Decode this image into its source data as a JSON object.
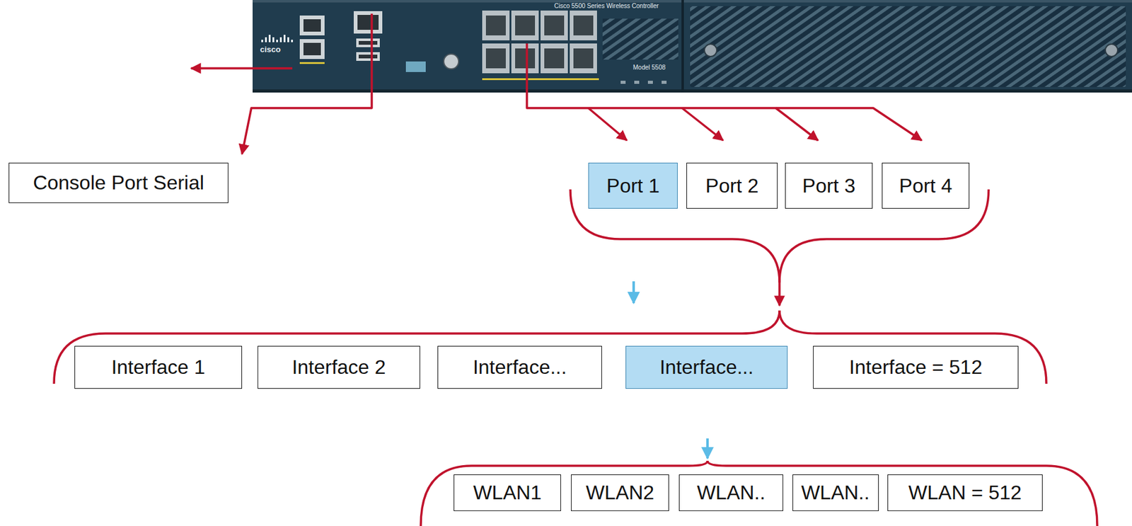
{
  "diagram": {
    "nodes": [
      {
        "text": [
          "Console Port Serial"
        ]
      },
      {
        "text": [
          "Port 1"
        ]
      },
      {
        "text": [
          "Port 2"
        ]
      },
      {
        "text": [
          "Port 3"
        ]
      },
      {
        "text": [
          "Port 4"
        ]
      },
      {
        "text": [
          "Interface 1"
        ]
      },
      {
        "text": [
          "Interface 2"
        ]
      },
      {
        "text": [
          "Interface..."
        ]
      },
      {
        "text": [
          "Interface..."
        ]
      },
      {
        "text": [
          "Interface = 512"
        ]
      },
      {
        "text": [
          "WLAN1"
        ]
      },
      {
        "text": [
          "WLAN2"
        ]
      },
      {
        "text": [
          "WLAN.."
        ]
      },
      {
        "text": [
          "WLAN.."
        ]
      },
      {
        "text": [
          "WLAN = 512"
        ]
      }
    ],
    "labels": [
      "cisco",
      "Cisco 5500 Series Wireless Controller",
      "Model 5508"
    ]
  }
}
